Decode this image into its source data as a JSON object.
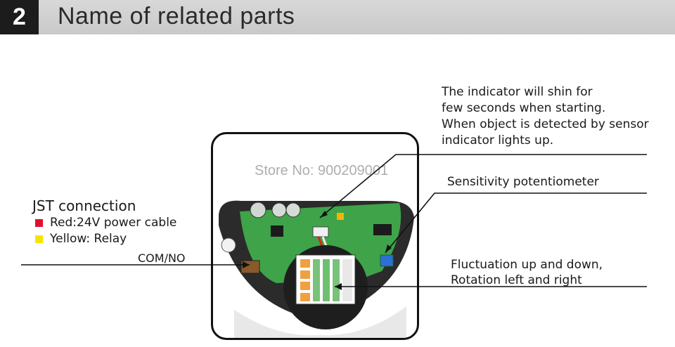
{
  "header": {
    "number": "2",
    "title": "Name of related parts"
  },
  "labels": {
    "indicator_lines": [
      "The indicator will shin for",
      "few seconds when starting.",
      "When object is detected by sensor",
      "indicator lights up."
    ],
    "sensitivity": "Sensitivity potentiometer",
    "fluctuation_lines": [
      "Fluctuation up and down,",
      "Rotation left and right"
    ],
    "jst_title": "JST connection",
    "jst_red": "Red:24V power cable",
    "jst_yellow": "Yellow: Relay",
    "com_no": "COM/NO"
  },
  "watermark": "Store No: 900209001",
  "colors": {
    "header_bg": "#cfcfcf",
    "number_bg": "#1c1c1c",
    "red_swatch": "#e0102e",
    "yellow_swatch": "#f5e400",
    "pcb_green": "#3fa34a",
    "housing": "#2b2b2b"
  }
}
